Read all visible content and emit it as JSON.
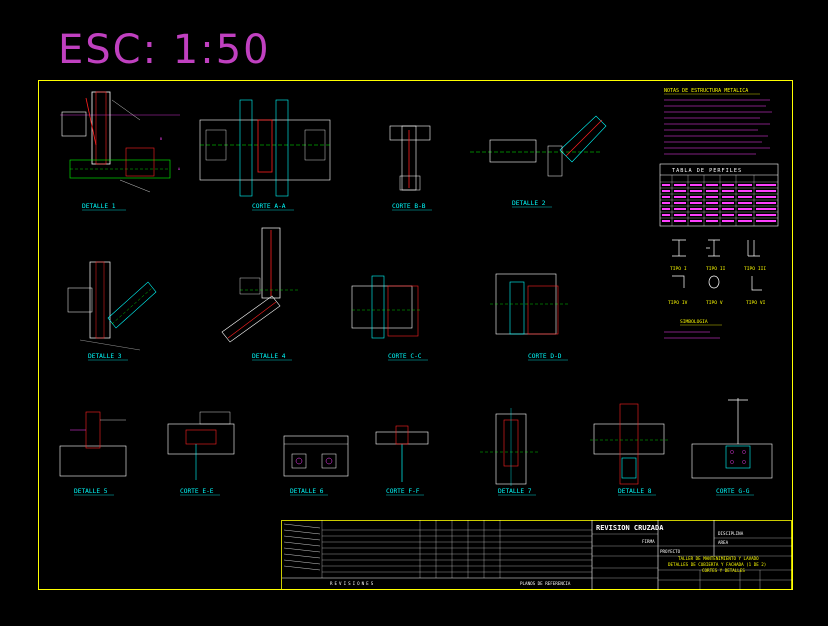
{
  "scale_label": "ESC: 1:50",
  "details": [
    {
      "label": "DETALLE 1"
    },
    {
      "label": "CORTE A-A"
    },
    {
      "label": "CORTE B-B"
    },
    {
      "label": "DETALLE 2"
    },
    {
      "label": "DETALLE 3"
    },
    {
      "label": "DETALLE 4"
    },
    {
      "label": "CORTE C-C"
    },
    {
      "label": "CORTE D-D"
    },
    {
      "label": "DETALLE 5"
    },
    {
      "label": "CORTE E-E"
    },
    {
      "label": "DETALLE 6"
    },
    {
      "label": "CORTE F-F"
    },
    {
      "label": "DETALLE 7"
    },
    {
      "label": "DETALLE 8"
    },
    {
      "label": "CORTE G-G"
    }
  ],
  "notes": {
    "title": "NOTAS DE ESTRUCTURA METALICA"
  },
  "profile_table": {
    "title": "TABLA DE PERFILES"
  },
  "profile_types": [
    "TIPO I",
    "TIPO II",
    "TIPO III",
    "TIPO IV",
    "TIPO V",
    "TIPO VI"
  ],
  "symbology": {
    "title": "SIMBOLOGIA"
  },
  "title_block": {
    "revisiones": "REVISIONES",
    "planos_ref": "PLANOS DE REFERENCIA",
    "revision_label": "REVISION CRUZADA",
    "firma": "FIRMA",
    "proyecto": "PROYECTO",
    "descripcion_line1": "TALLER DE MANTENIMIENTO Y LAVADO",
    "descripcion_line2": "DETALLES DE CUBIERTA Y FACHADA (1 DE 2)",
    "descripcion_line3": "CORTES Y DETALLES",
    "disciplina": "DISCIPLINA",
    "area": "AREA"
  },
  "colors": {
    "frame": "#ffff00",
    "labels": "#00ffff",
    "scale": "#c040c0",
    "annotation": "#ff40ff"
  }
}
